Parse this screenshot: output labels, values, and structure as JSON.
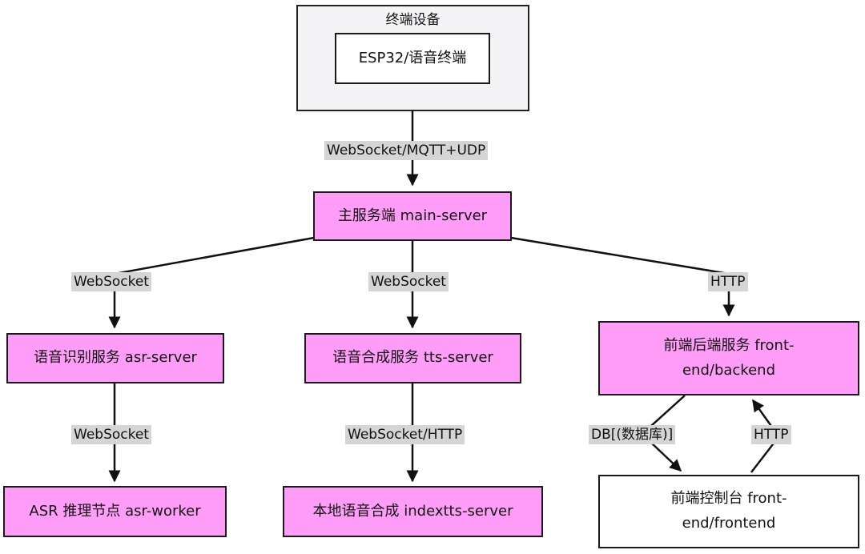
{
  "cluster": {
    "title": "终端设备"
  },
  "nodes": {
    "esp32": {
      "label": "ESP32/语音终端"
    },
    "main": {
      "label": "主服务端 main-server"
    },
    "asr": {
      "label": "语音识别服务 asr-server"
    },
    "tts": {
      "label": "语音合成服务 tts-server"
    },
    "backend": {
      "line1": "前端后端服务 front-",
      "line2": "end/backend"
    },
    "asr_worker": {
      "label": "ASR 推理节点 asr-worker"
    },
    "indextts": {
      "label": "本地语音合成 indextts-server"
    },
    "frontend": {
      "line1": "前端控制台 front-",
      "line2": "end/frontend"
    }
  },
  "edges": {
    "esp32_main": "WebSocket/MQTT+UDP",
    "main_asr": "WebSocket",
    "main_tts": "WebSocket",
    "main_backend": "HTTP",
    "asr_worker": "WebSocket",
    "tts_indextts": "WebSocket/HTTP",
    "backend_db": "DB[(数据库)]",
    "frontend_backend": "HTTP"
  },
  "colors": {
    "service_fill": "#ff9df9",
    "plain_fill": "#ffffff",
    "cluster_fill": "#f4f4f6",
    "edge_label_bg": "#d5d5d5",
    "stroke": "#1a1a1a"
  }
}
